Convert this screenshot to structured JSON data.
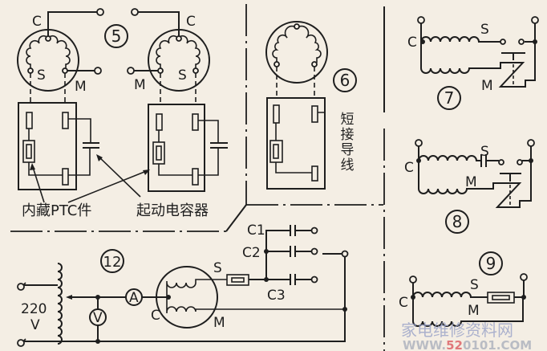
{
  "figures": {
    "fig5": {
      "number": "5",
      "terminal_c": "C",
      "terminal_s": "S",
      "terminal_m": "M"
    },
    "fig6": {
      "number": "6",
      "note": "短接导线"
    },
    "fig7": {
      "number": "7",
      "terminal_c": "C",
      "terminal_s": "S",
      "terminal_m": "M"
    },
    "fig8": {
      "number": "8",
      "terminal_c": "C",
      "terminal_s": "S",
      "terminal_m": "M"
    },
    "fig9": {
      "number": "9",
      "terminal_c": "C",
      "terminal_s": "S",
      "terminal_m": "M"
    },
    "fig12": {
      "number": "12",
      "voltage": "220",
      "voltage_unit": "V",
      "ammeter": "A",
      "voltmeter": "V",
      "terminal_c": "C",
      "terminal_s": "S",
      "terminal_m": "M",
      "capacitors": [
        "C1",
        "C2",
        "C3"
      ]
    }
  },
  "callouts": {
    "ptc": "内藏PTC件",
    "start_capacitor": "起动电容器"
  },
  "watermark": {
    "site_name": "家电维修资料网",
    "url_prefix": "WWW.",
    "url_red": "52",
    "url_suffix": "0101.COM"
  }
}
